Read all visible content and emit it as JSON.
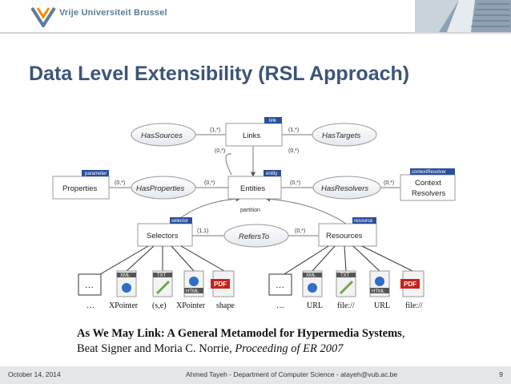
{
  "header": {
    "university": "Vrije Universiteit Brussel"
  },
  "title": "Data Level Extensibility (RSL Approach)",
  "diagram": {
    "nodes": {
      "links": "Links",
      "entities": "Entities",
      "properties": "Properties",
      "context_resolvers_1": "Context",
      "context_resolvers_2": "Resolvers",
      "selectors": "Selectors",
      "resources": "Resources"
    },
    "tabs": {
      "link": "link",
      "entity": "entity",
      "parameter": "parameter",
      "contextResolver": "contextResolver",
      "selector": "selector",
      "resource": "resource"
    },
    "relations": {
      "has_sources": "HasSources",
      "has_targets": "HasTargets",
      "has_properties": "HasProperties",
      "has_resolvers": "HasResolvers",
      "refers_to": "RefersTo"
    },
    "multiplicities": {
      "one_many": "(1,*)",
      "zero_many": "(0,*)",
      "one_one": "(1,1)"
    },
    "partition": "partition",
    "icon_labels": {
      "xml": "XML",
      "txt": "TXT",
      "html": "HTML",
      "pdf": "PDF"
    },
    "selector_row": [
      "…",
      "XPointer",
      "(s,e)",
      "XPointer",
      "shape"
    ],
    "resource_row": [
      "…",
      "URL",
      "file://",
      "URL",
      "file://"
    ],
    "box_ellipsis": "…"
  },
  "citation": {
    "title": "As We May Link: A General Metamodel for Hypermedia Systems",
    "after_title": ",",
    "authors": "Beat Signer and Moria C. Norrie,",
    "venue": "Proceeding of ER 2007"
  },
  "footer": {
    "date": "October 14, 2014",
    "author": "Ahmed Tayeh - Department of Computer Science - atayeh@vub.ac.be",
    "page": "9"
  },
  "colors": {
    "title": "#3b5578",
    "tab": "#2a4f9c",
    "footer_bg": "#e4e7ea",
    "pdf": "#c8211b"
  }
}
